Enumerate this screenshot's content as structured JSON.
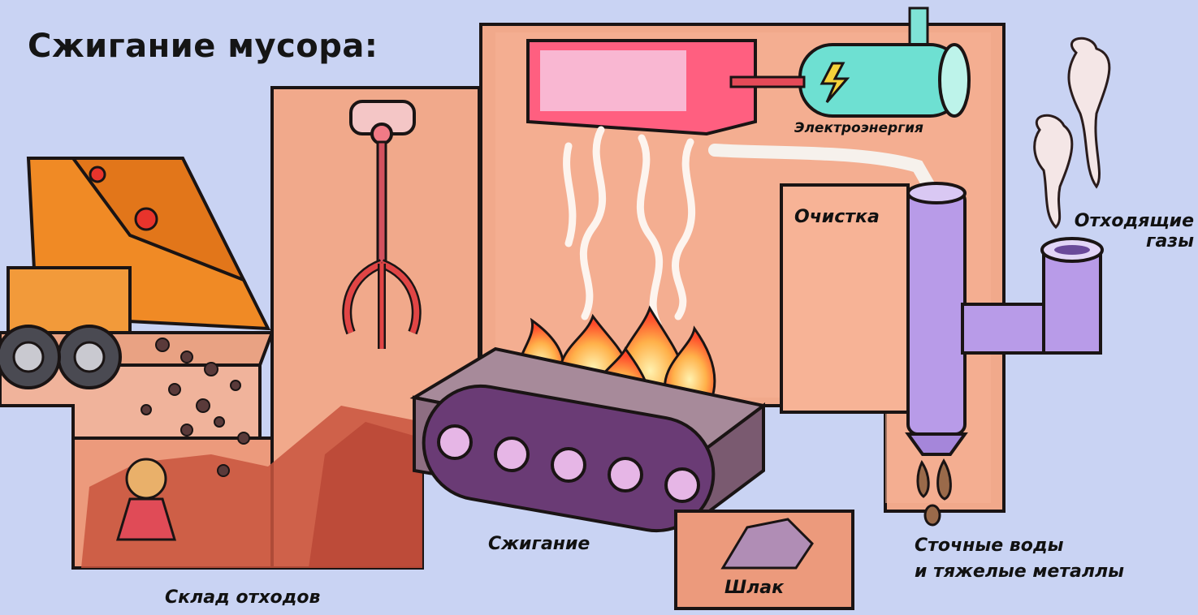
{
  "title": "Сжигание мусора:",
  "labels": {
    "electricity": "Электроэнергия",
    "cleaning": "Очистка",
    "exhaust_line1": "Отходящие",
    "exhaust_line2": "газы",
    "burning": "Сжигание",
    "waste_storage": "Склад отходов",
    "slag": "Шлак",
    "wastewater_line1": "Сточные воды",
    "wastewater_line2": "и тяжелые металлы"
  },
  "colors": {
    "background": "#c9d3f3",
    "wall": "#f2ab8a",
    "outline": "#1a1414",
    "truck": "#f08a25",
    "fire": "#ff5a2c",
    "pipe": "#b89be8",
    "generator": "#6ee0d2",
    "boiler": "#ff6a86"
  }
}
